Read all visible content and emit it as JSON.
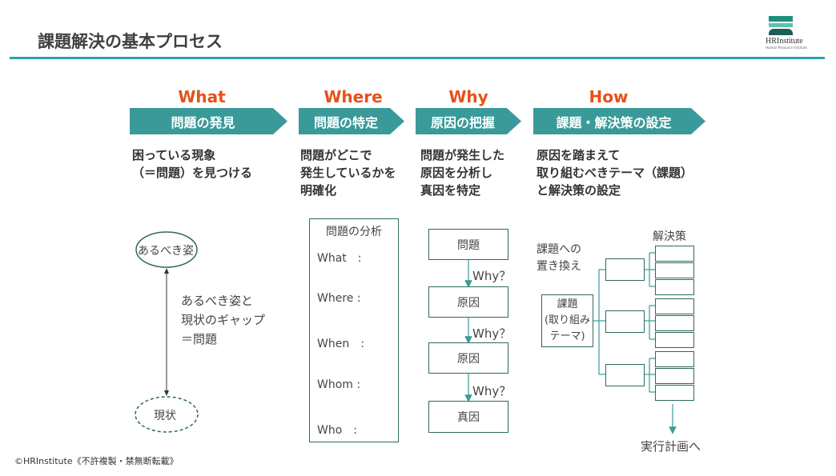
{
  "title": "課題解決の基本プロセス",
  "logo": {
    "name": "HRInstitute",
    "sub": "Human Resource Institute"
  },
  "columns": [
    {
      "head": "What",
      "banner": "問題の発見",
      "desc": [
        "困っている現象",
        "（＝問題）を見つける"
      ]
    },
    {
      "head": "Where",
      "banner": "問題の特定",
      "desc": [
        "問題がどこで",
        "発生しているかを",
        "明確化"
      ]
    },
    {
      "head": "Why",
      "banner": "原因の把握",
      "desc": [
        "問題が発生した",
        "原因を分析し",
        "真因を特定"
      ]
    },
    {
      "head": "How",
      "banner": "課題・解決策の設定",
      "desc": [
        "原因を踏まえて",
        "取り組むべきテーマ（課題）",
        "と解決策の設定"
      ]
    }
  ],
  "gap": {
    "ideal": "あるべき姿",
    "current": "現状",
    "text": [
      "あるべき姿と",
      "現状のギャップ",
      "＝問題"
    ]
  },
  "analysis": {
    "title": "問題の分析",
    "items": [
      "What　:",
      "Where :",
      "When　:",
      "Whom :",
      "Who　:"
    ]
  },
  "why": {
    "boxes": [
      "問題",
      "原因",
      "原因",
      "真因"
    ],
    "label": "Why？"
  },
  "how": {
    "replace": [
      "課題への",
      "置き換え"
    ],
    "solutions": "解決策",
    "theme": [
      "課題",
      "(取り組み",
      "テーマ)"
    ],
    "next": "実行計画へ"
  },
  "footer": "©HRInstitute《不許複製・禁無断転載》",
  "colors": {
    "teal": "#3a9a9a",
    "orange": "#e8501a",
    "border": "#2e6b5a"
  }
}
